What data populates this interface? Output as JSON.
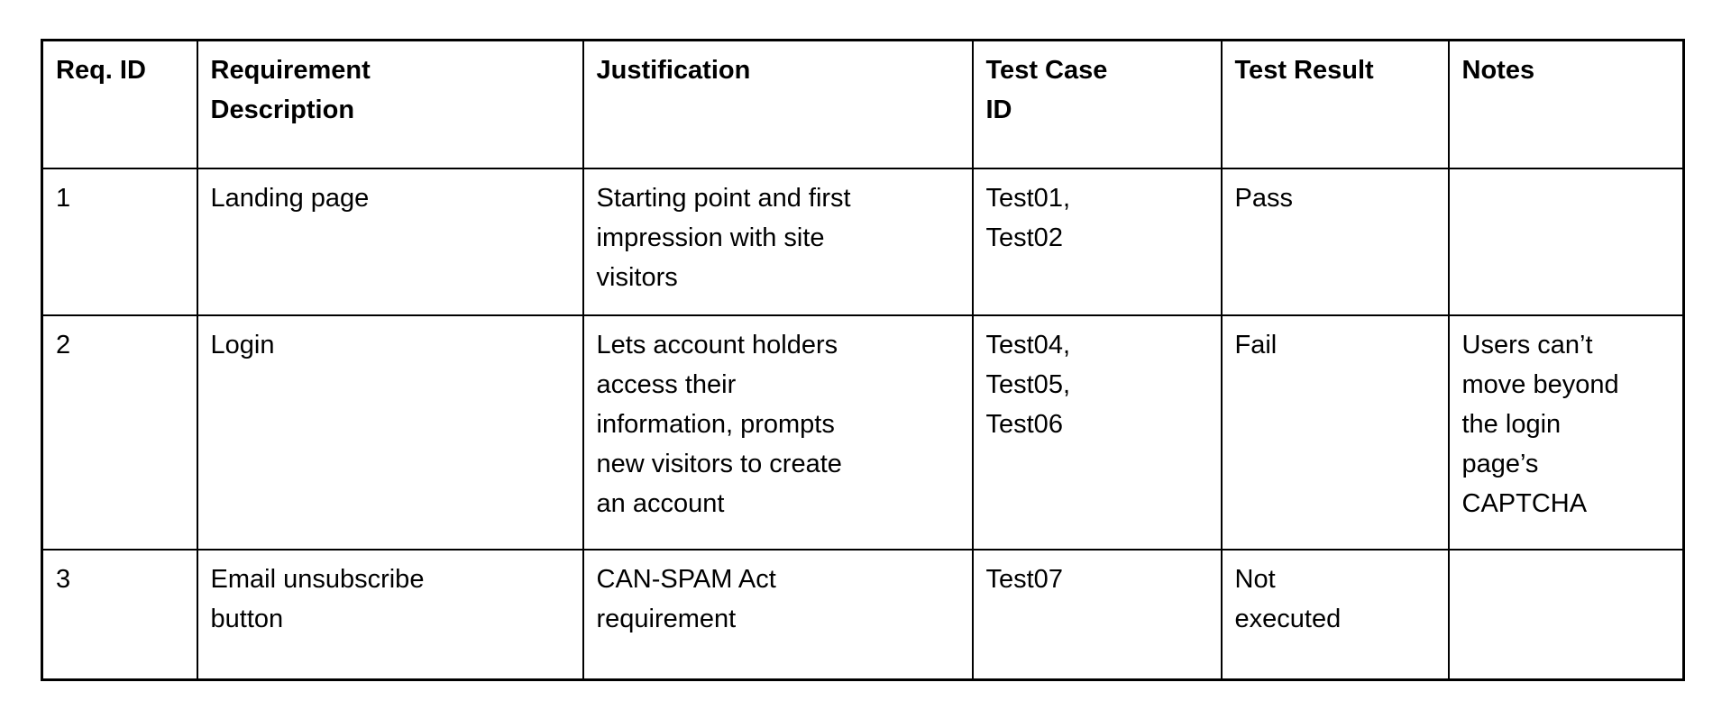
{
  "page": {
    "background_color": "#ffffff",
    "border_color": "#000000",
    "text_color": "#000000"
  },
  "table": {
    "columns": [
      {
        "label": "Req. ID"
      },
      {
        "label": "Requirement\nDescription"
      },
      {
        "label": "Justification"
      },
      {
        "label": "Test Case\nID"
      },
      {
        "label": "Test Result"
      },
      {
        "label": "Notes"
      }
    ],
    "rows": [
      {
        "cells": [
          "1",
          "Landing page",
          "Starting point and first\nimpression with site\nvisitors",
          "Test01,\nTest02",
          "Pass",
          ""
        ]
      },
      {
        "cells": [
          "2",
          "Login",
          "Lets account holders\naccess their\ninformation, prompts\nnew visitors to create\nan account",
          "Test04,\nTest05,\nTest06",
          "Fail",
          "Users can’t\nmove beyond\nthe login\npage’s\nCAPTCHA"
        ]
      },
      {
        "cells": [
          "3",
          "Email unsubscribe\nbutton",
          "CAN-SPAM Act\nrequirement",
          "Test07",
          "Not\nexecuted",
          ""
        ]
      }
    ]
  }
}
